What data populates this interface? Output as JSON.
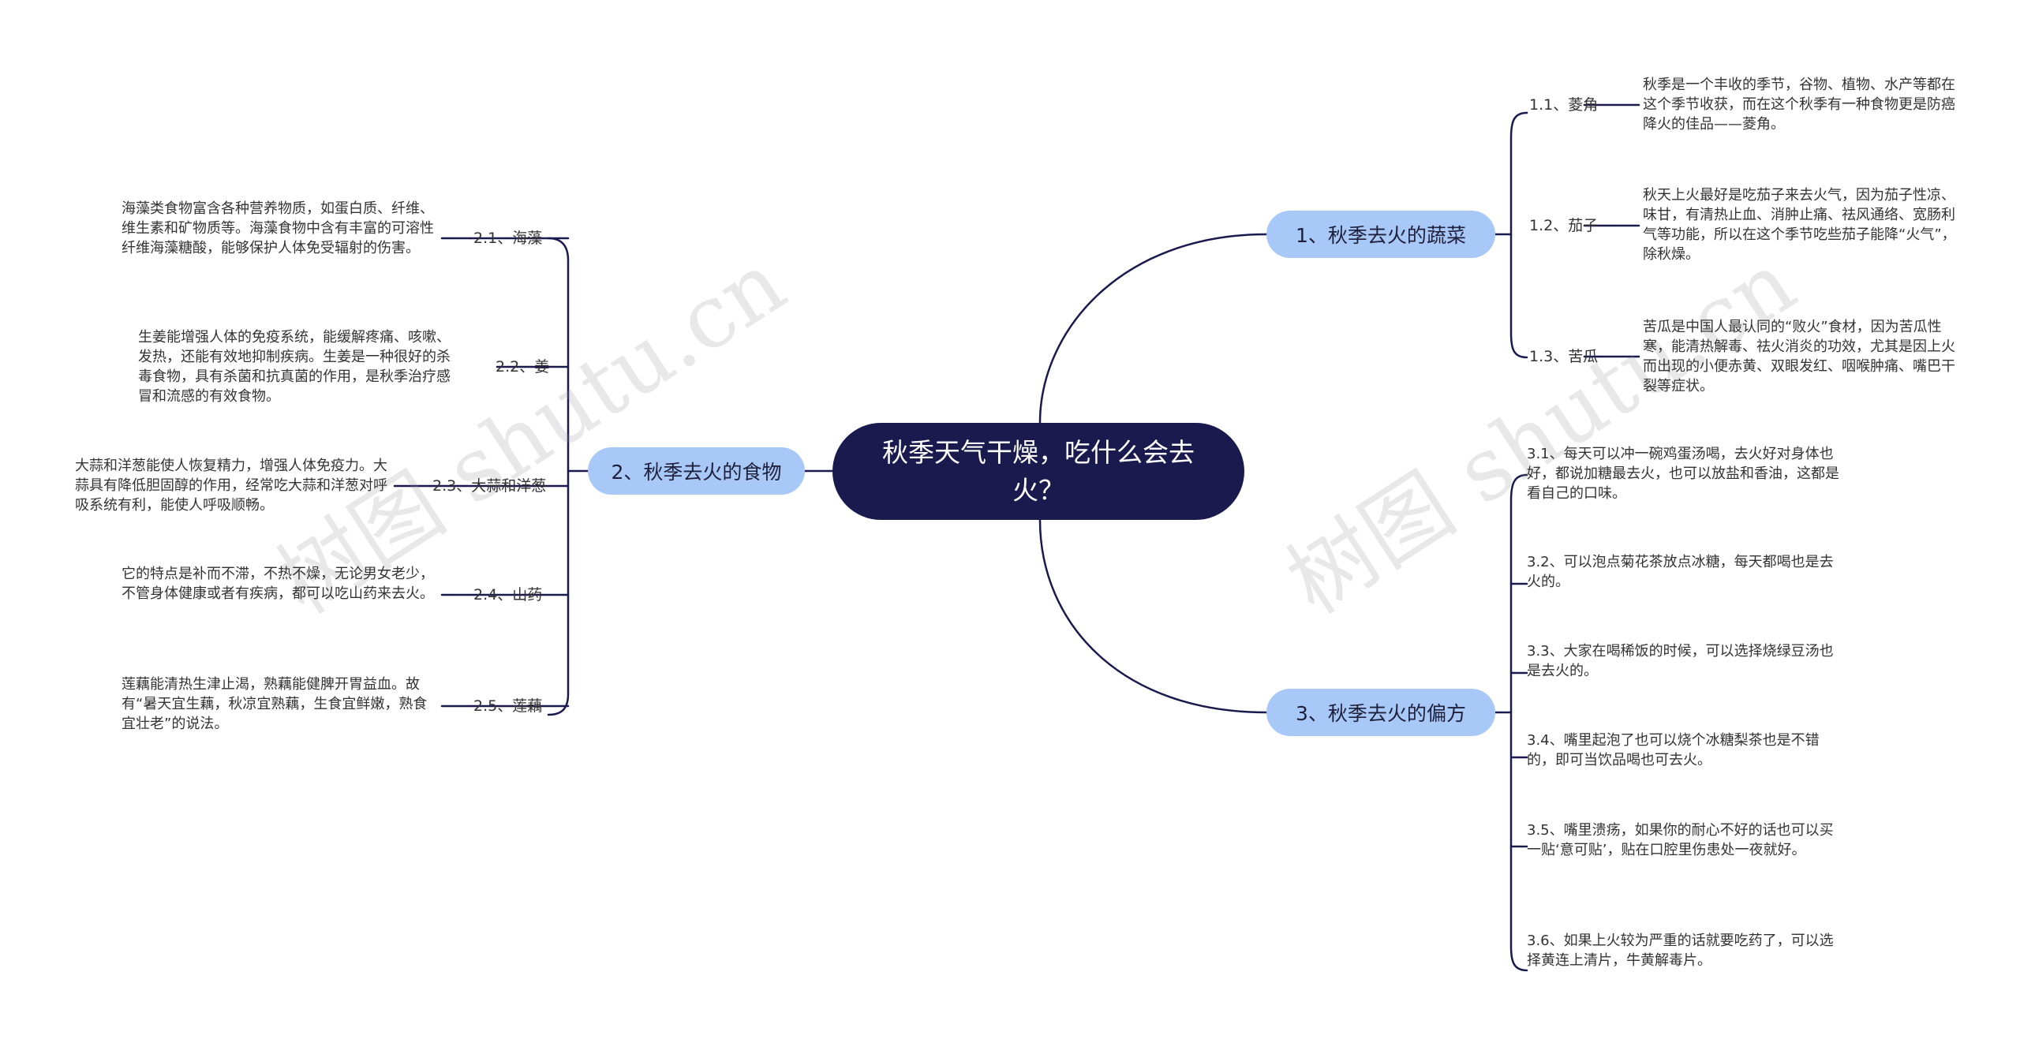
{
  "root": {
    "title": "秋季天气干燥，吃什么会去火？"
  },
  "branches": [
    {
      "label": "1、秋季去火的蔬菜",
      "items": [
        {
          "label": "1.1、菱角",
          "text": "秋季是一个丰收的季节，谷物、植物、水产等都在这个季节收获，而在这个秋季有一种食物更是防癌降火的佳品——菱角。"
        },
        {
          "label": "1.2、茄子",
          "text": "秋天上火最好是吃茄子来去火气，因为茄子性凉、味甘，有清热止血、消肿止痛、祛风通络、宽肠利气等功能，所以在这个季节吃些茄子能降“火气”，除秋燥。"
        },
        {
          "label": "1.3、苦瓜",
          "text": "苦瓜是中国人最认同的“败火”食材，因为苦瓜性寒，能清热解毒、祛火消炎的功效，尤其是因上火而出现的小便赤黄、双眼发红、咽喉肿痛、嘴巴干裂等症状。"
        }
      ]
    },
    {
      "label": "2、秋季去火的食物",
      "items": [
        {
          "label": "2.1、海藻",
          "text": "海藻类食物富含各种营养物质，如蛋白质、纤维、维生素和矿物质等。海藻食物中含有丰富的可溶性纤维海藻糖酸，能够保护人体免受辐射的伤害。"
        },
        {
          "label": "2.2、姜",
          "text": "生姜能增强人体的免疫系统，能缓解疼痛、咳嗽、发热，还能有效地抑制疾病。生姜是一种很好的杀毒食物，具有杀菌和抗真菌的作用，是秋季治疗感冒和流感的有效食物。"
        },
        {
          "label": "2.3、大蒜和洋葱",
          "text": "大蒜和洋葱能使人恢复精力，增强人体免疫力。大蒜具有降低胆固醇的作用，经常吃大蒜和洋葱对呼吸系统有利，能使人呼吸顺畅。"
        },
        {
          "label": "2.4、山药",
          "text": "它的特点是补而不滞，不热不燥，无论男女老少，不管身体健康或者有疾病，都可以吃山药来去火。"
        },
        {
          "label": "2.5、莲藕",
          "text": "莲藕能清热生津止渴，熟藕能健脾开胃益血。故有“暑天宜生藕，秋凉宜熟藕，生食宜鲜嫩，熟食宜壮老”的说法。"
        }
      ]
    },
    {
      "label": "3、秋季去火的偏方",
      "items": [
        {
          "text": "3.1、每天可以冲一碗鸡蛋汤喝，去火好对身体也好，都说加糖最去火，也可以放盐和香油，这都是看自己的口味。"
        },
        {
          "text": "3.2、可以泡点菊花茶放点冰糖，每天都喝也是去火的。"
        },
        {
          "text": "3.3、大家在喝稀饭的时候，可以选择烧绿豆汤也是去火的。"
        },
        {
          "text": "3.4、嘴里起泡了也可以烧个冰糖梨茶也是不错的，即可当饮品喝也可去火。"
        },
        {
          "text": "3.5、嘴里溃疡，如果你的耐心不好的话也可以买一贴‘意可贴’，贴在口腔里伤患处一夜就好。"
        },
        {
          "text": "3.6、如果上火较为严重的话就要吃药了，可以选择黄连上清片，牛黄解毒片。"
        }
      ]
    }
  ],
  "watermark": "树图 shutu.cn",
  "colors": {
    "root": "#1a1a4e",
    "branch": "#a8c8f8",
    "line": "#1a1a4e"
  }
}
